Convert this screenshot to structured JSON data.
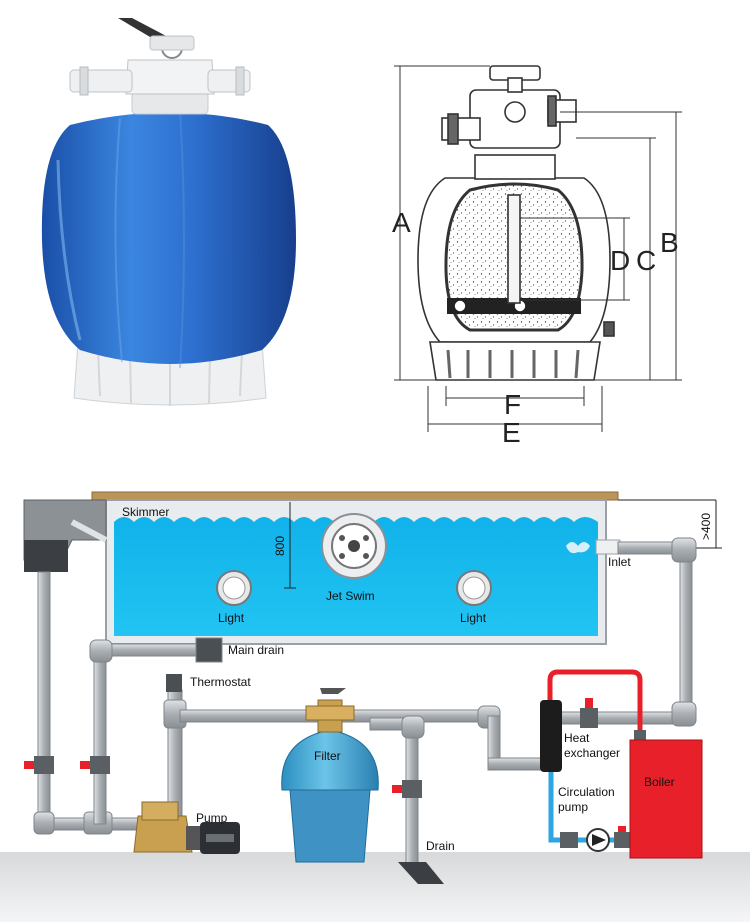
{
  "product_photo": {
    "description_icon": "sand-filter-tank-icon"
  },
  "dimension_drawing": {
    "labels": {
      "a": "A",
      "b": "B",
      "c": "C",
      "d": "D",
      "e": "E",
      "f": "F"
    }
  },
  "pool_diagram": {
    "labels": {
      "skimmer": "Skimmer",
      "depth_800": "800",
      "height_400": ">400",
      "jet_swim": "Jet Swim",
      "light_left": "Light",
      "light_right": "Light",
      "inlet": "Inlet",
      "main_drain": "Main drain",
      "thermostat": "Thermostat",
      "filter": "Filter",
      "heat_exchanger_1": "Heat",
      "heat_exchanger_2": "exchanger",
      "boiler": "Boiler",
      "circulation_pump_1": "Circulation",
      "circulation_pump_2": "pump",
      "pump": "Pump",
      "drain": "Drain"
    },
    "colors": {
      "water": "#19b8ec",
      "pipe": "#b8bcc0",
      "hot_pipe": "#e8202a",
      "cold_pipe": "#2ba6e0",
      "boiler": "#e8202a",
      "filter_tank": "#4aaed6",
      "pump_body": "#c8a050",
      "deck": "#b9955a"
    }
  }
}
